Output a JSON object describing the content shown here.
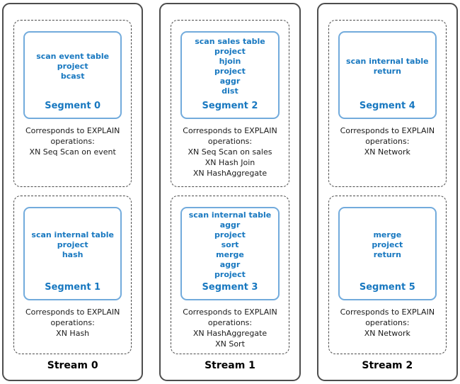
{
  "colors": {
    "blue_text": "#1878c0",
    "blue_border": "#72abdc",
    "outer_border": "#4d4d4d",
    "dashed_border": "#4a4a4a",
    "body_text": "#1a1a1a"
  },
  "streams": [
    {
      "label": "Stream 0",
      "phases": [
        {
          "segment": {
            "ops": [
              "scan event table",
              "project",
              "bcast"
            ],
            "label": "Segment 0"
          },
          "explain": [
            "Corresponds to EXPLAIN",
            "operations:",
            "XN Seq Scan on event"
          ]
        },
        {
          "segment": {
            "ops": [
              "scan internal table",
              "project",
              "hash"
            ],
            "label": "Segment 1"
          },
          "explain": [
            "Corresponds to EXPLAIN",
            "operations:",
            "XN Hash"
          ]
        }
      ]
    },
    {
      "label": "Stream 1",
      "phases": [
        {
          "segment": {
            "ops": [
              "scan sales table",
              "project",
              "hjoin",
              "project",
              "aggr",
              "dist"
            ],
            "label": "Segment 2"
          },
          "explain": [
            "Corresponds to EXPLAIN",
            "operations:",
            "XN Seq Scan on sales",
            "XN Hash Join",
            "XN HashAggregate"
          ]
        },
        {
          "segment": {
            "ops": [
              "scan internal table",
              "aggr",
              "project",
              "sort",
              "merge",
              "aggr",
              "project"
            ],
            "label": "Segment 3"
          },
          "explain": [
            "Corresponds to EXPLAIN",
            "operations:",
            "XN HashAggregate",
            "XN Sort"
          ]
        }
      ]
    },
    {
      "label": "Stream 2",
      "phases": [
        {
          "segment": {
            "ops": [
              "scan internal table",
              "return"
            ],
            "label": "Segment 4"
          },
          "explain": [
            "Corresponds to EXPLAIN",
            "operations:",
            "XN Network"
          ]
        },
        {
          "segment": {
            "ops": [
              "merge",
              "project",
              "return"
            ],
            "label": "Segment 5"
          },
          "explain": [
            "Corresponds to EXPLAIN",
            "operations:",
            "XN Network"
          ]
        }
      ]
    }
  ]
}
